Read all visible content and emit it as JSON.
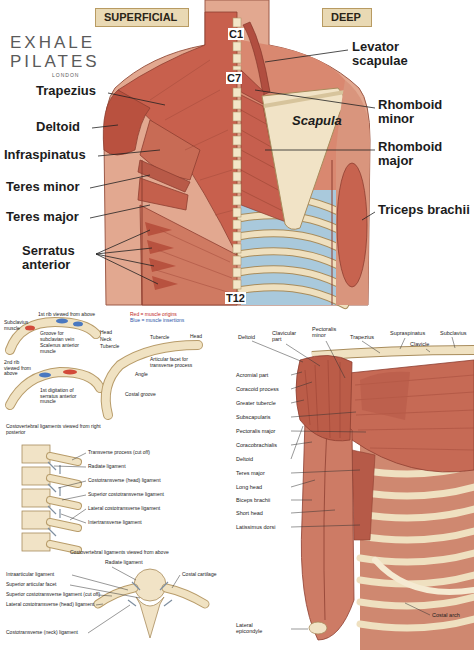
{
  "diagram": {
    "nodes": [
      {
        "text": [
          "SUPERFICIAL"
        ]
      },
      {
        "text": [
          "DEEP"
        ]
      }
    ],
    "labels": [
      "EXHALE",
      "PILATES",
      "LONDON",
      "C1",
      "C7",
      "Trapezius",
      "Deltoid",
      "Infraspinatus",
      "Teres minor",
      "Teres major",
      "Serratus anterior",
      "Levator scapulae",
      "Rhomboid minor",
      "Rhomboid major",
      "Scapula",
      "Triceps brachii",
      "T12",
      "1st rib viewed from above",
      "Red = muscle origins",
      "Blue = muscle insertions",
      "Subclavius muscle",
      "Groove for subclavian vein",
      "Scalenus anterior muscle",
      "Head",
      "Neck",
      "Tubercle",
      "2nd rib viewed from above",
      "1st digitation of serratus anterior muscle",
      "Head",
      "Tubercle",
      "Angle",
      "Costal groove",
      "Articular facet for transverse process",
      "Costovertebral ligaments viewed from right posterior",
      "Transverse process (cut off)",
      "Radiate ligament",
      "Costotransverse (head) ligament",
      "Superior costotransverse ligament",
      "Lateral costotransverse ligament",
      "Intertransverse ligament",
      "Costovertebral ligaments viewed from above",
      "Radiate ligament",
      "Intraarticular ligament",
      "Superior articular facet",
      "Superior costotransverse ligament (cut off)",
      "Lateral costotransverse (head) ligament",
      "Costotransverse (neck) ligament",
      "Costal cartilage",
      "Deltoid",
      "Clavicular part",
      "Pectoralis minor",
      "Trapezius",
      "Supraspinatus",
      "Clavicle",
      "Subclavius",
      "Acromial part",
      "Coracoid process",
      "Greater tubercle",
      "Subscapularis",
      "Pectoralis major",
      "Coracobrachialis",
      "Deltoid",
      "Teres major",
      "Long head",
      "Biceps brachii",
      "Short head",
      "Latissimus dorsi",
      "Lateral epicondyle",
      "Costal arch"
    ]
  }
}
